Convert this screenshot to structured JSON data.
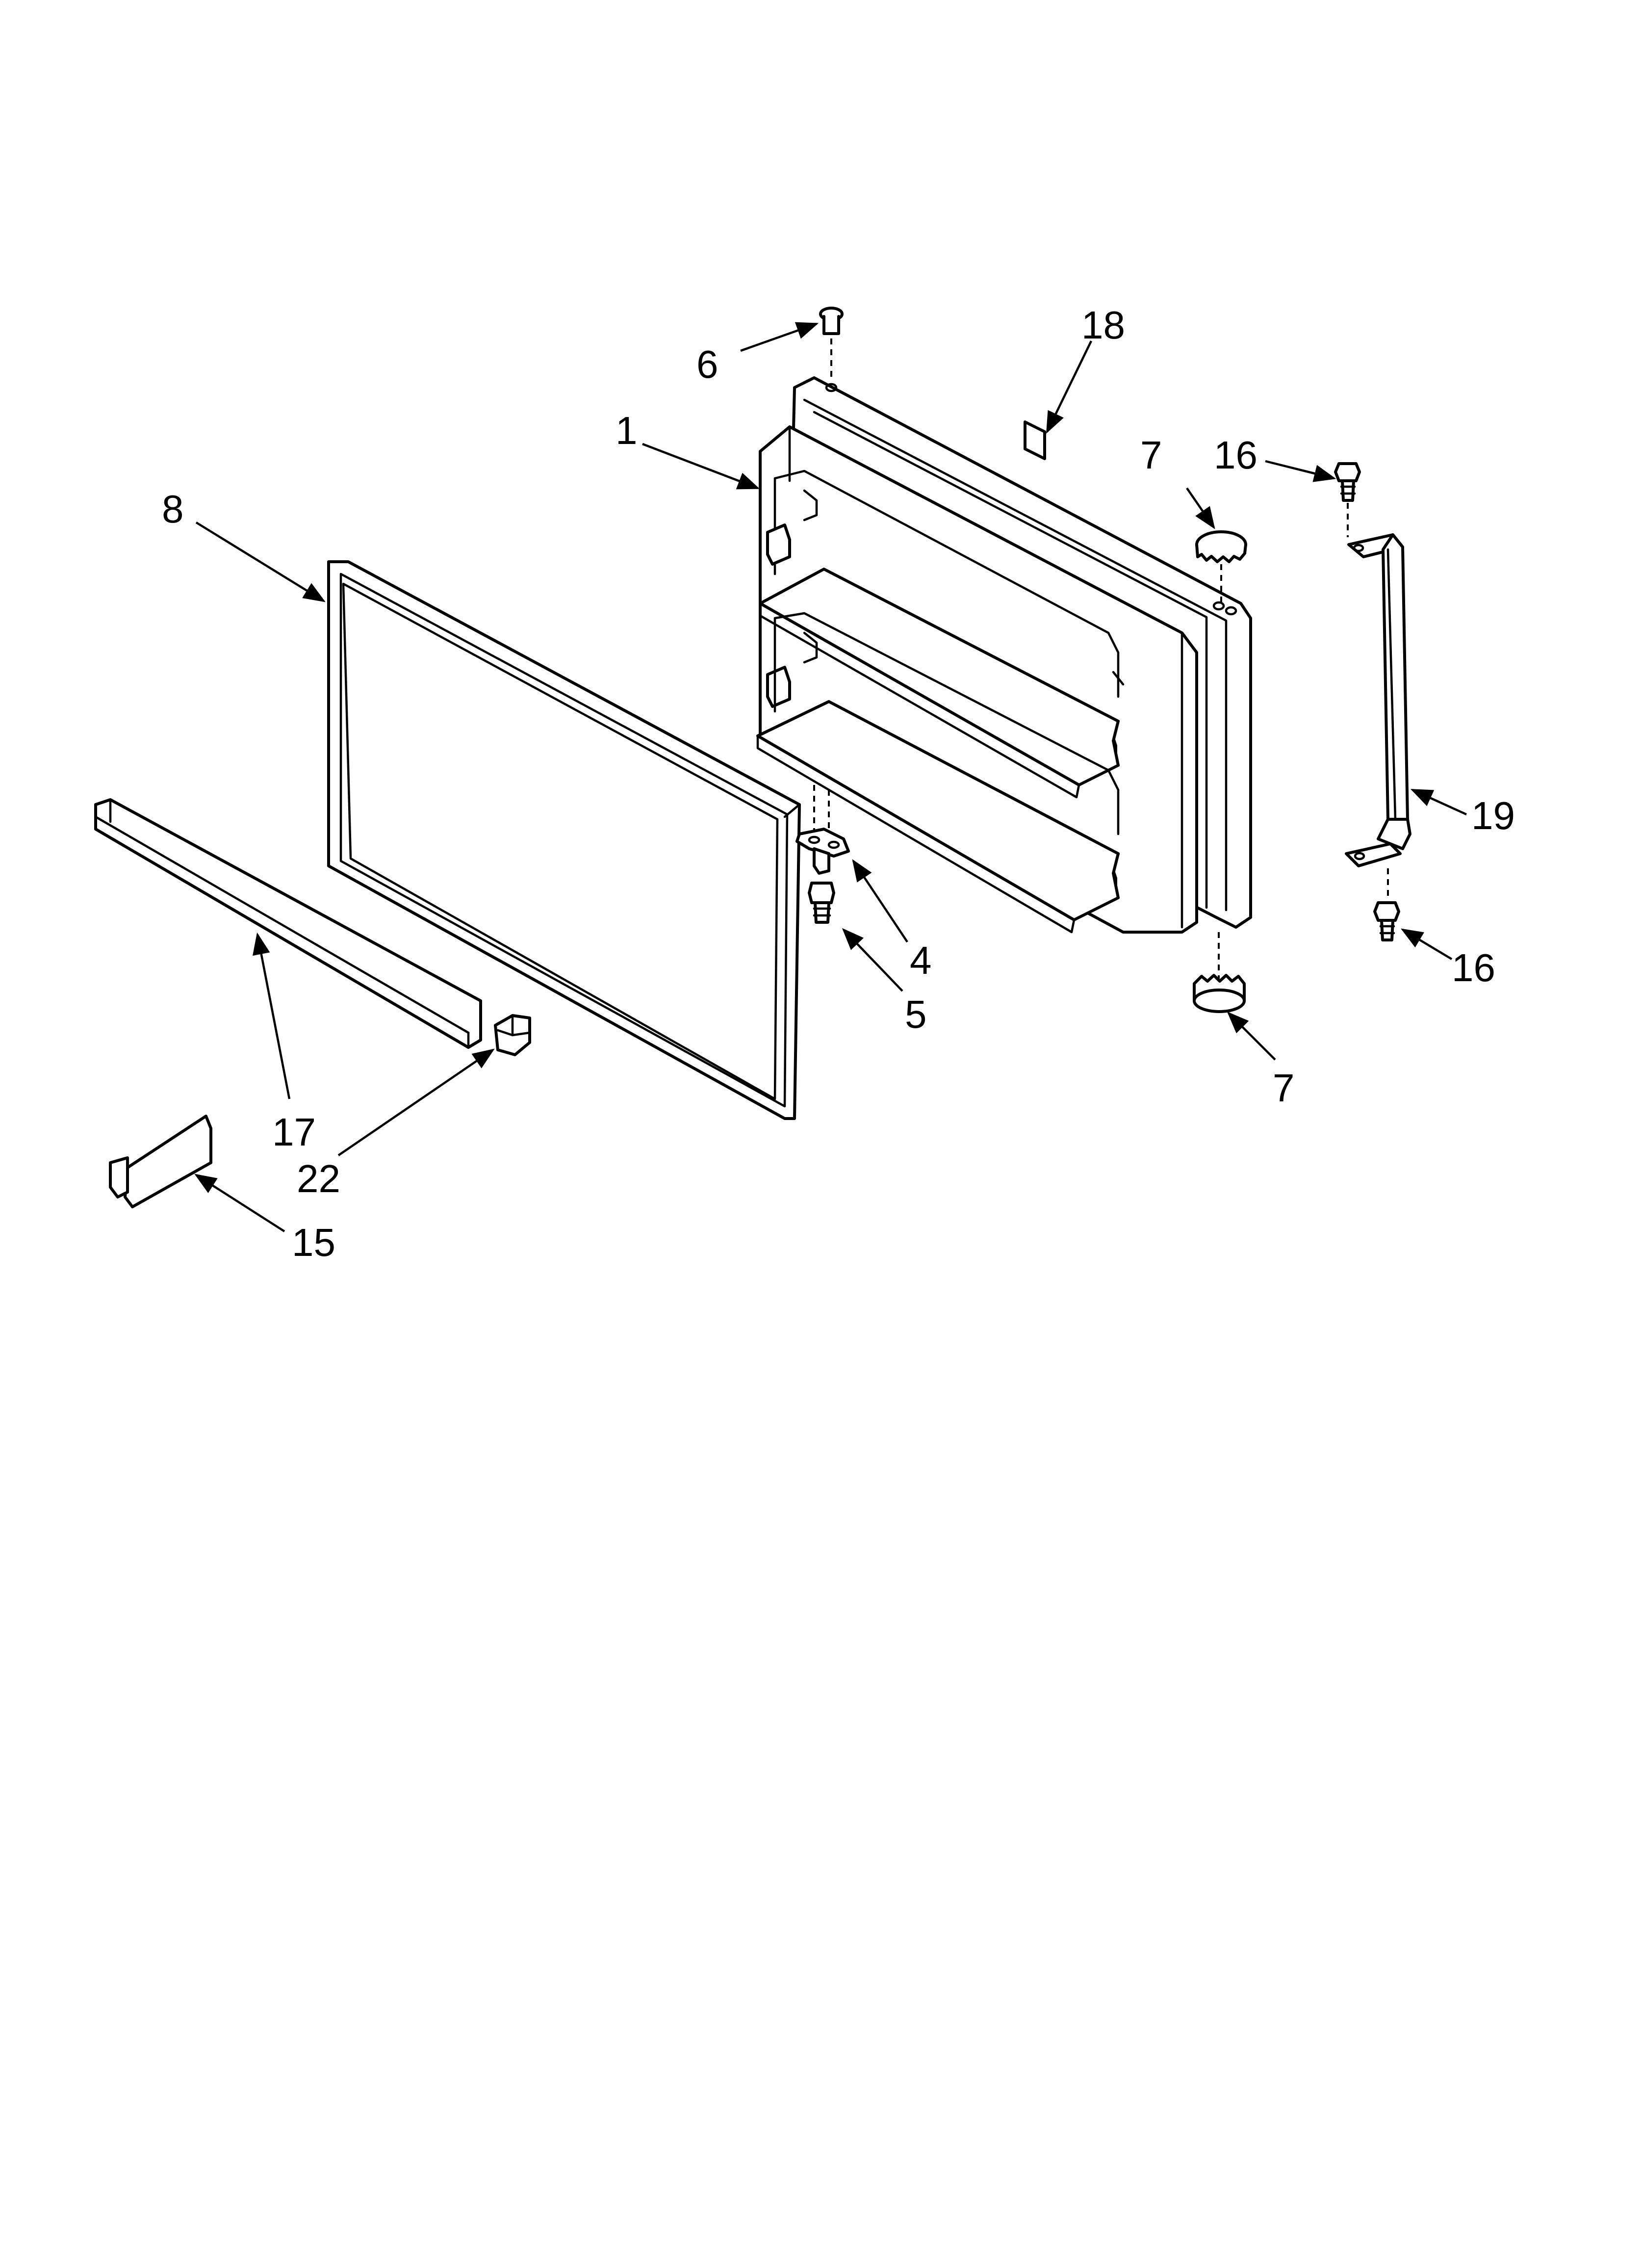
{
  "callouts": {
    "c1": "1",
    "c4": "4",
    "c5": "5",
    "c6": "6",
    "c7_top": "7",
    "c7_bottom": "7",
    "c8": "8",
    "c15": "15",
    "c16_top": "16",
    "c16_bottom": "16",
    "c17": "17",
    "c18": "18",
    "c19": "19",
    "c22": "22"
  },
  "colors": {
    "line": "#000000",
    "background": "#ffffff"
  }
}
